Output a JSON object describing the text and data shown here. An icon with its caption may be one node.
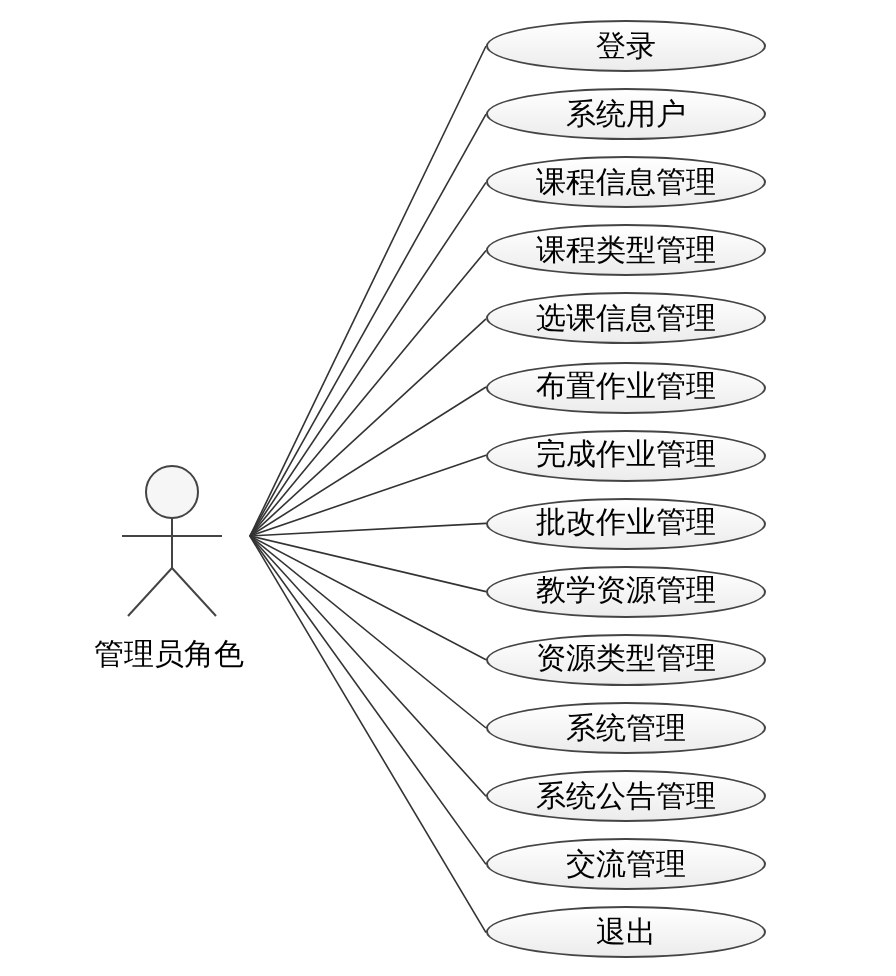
{
  "diagram": {
    "nodes": [
      {
        "text": [
          "管理员角色"
        ]
      },
      {
        "text": [
          "登录"
        ]
      },
      {
        "text": [
          "系统用户"
        ]
      },
      {
        "text": [
          "课程信息管理"
        ]
      },
      {
        "text": [
          "课程类型管理"
        ]
      },
      {
        "text": [
          "选课信息管理"
        ]
      },
      {
        "text": [
          "布置作业管理"
        ]
      },
      {
        "text": [
          "完成作业管理"
        ]
      },
      {
        "text": [
          "批改作业管理"
        ]
      },
      {
        "text": [
          "教学资源管理"
        ]
      },
      {
        "text": [
          "资源类型管理"
        ]
      },
      {
        "text": [
          "系统管理"
        ]
      },
      {
        "text": [
          "系统公告管理"
        ]
      },
      {
        "text": [
          "交流管理"
        ]
      },
      {
        "text": [
          "退出"
        ]
      }
    ],
    "edges": [
      {
        "from": 0,
        "to": 1,
        "arrow": "none"
      },
      {
        "from": 0,
        "to": 2,
        "arrow": "none"
      },
      {
        "from": 0,
        "to": 3,
        "arrow": "none"
      },
      {
        "from": 0,
        "to": 4,
        "arrow": "none"
      },
      {
        "from": 0,
        "to": 5,
        "arrow": "none"
      },
      {
        "from": 0,
        "to": 6,
        "arrow": "none"
      },
      {
        "from": 0,
        "to": 7,
        "arrow": "none"
      },
      {
        "from": 0,
        "to": 8,
        "arrow": "none"
      },
      {
        "from": 0,
        "to": 9,
        "arrow": "none"
      },
      {
        "from": 0,
        "to": 10,
        "arrow": "none"
      },
      {
        "from": 0,
        "to": 11,
        "arrow": "none"
      },
      {
        "from": 0,
        "to": 12,
        "arrow": "none"
      },
      {
        "from": 0,
        "to": 13,
        "arrow": "none"
      },
      {
        "from": 0,
        "to": 14,
        "arrow": "none"
      }
    ]
  }
}
